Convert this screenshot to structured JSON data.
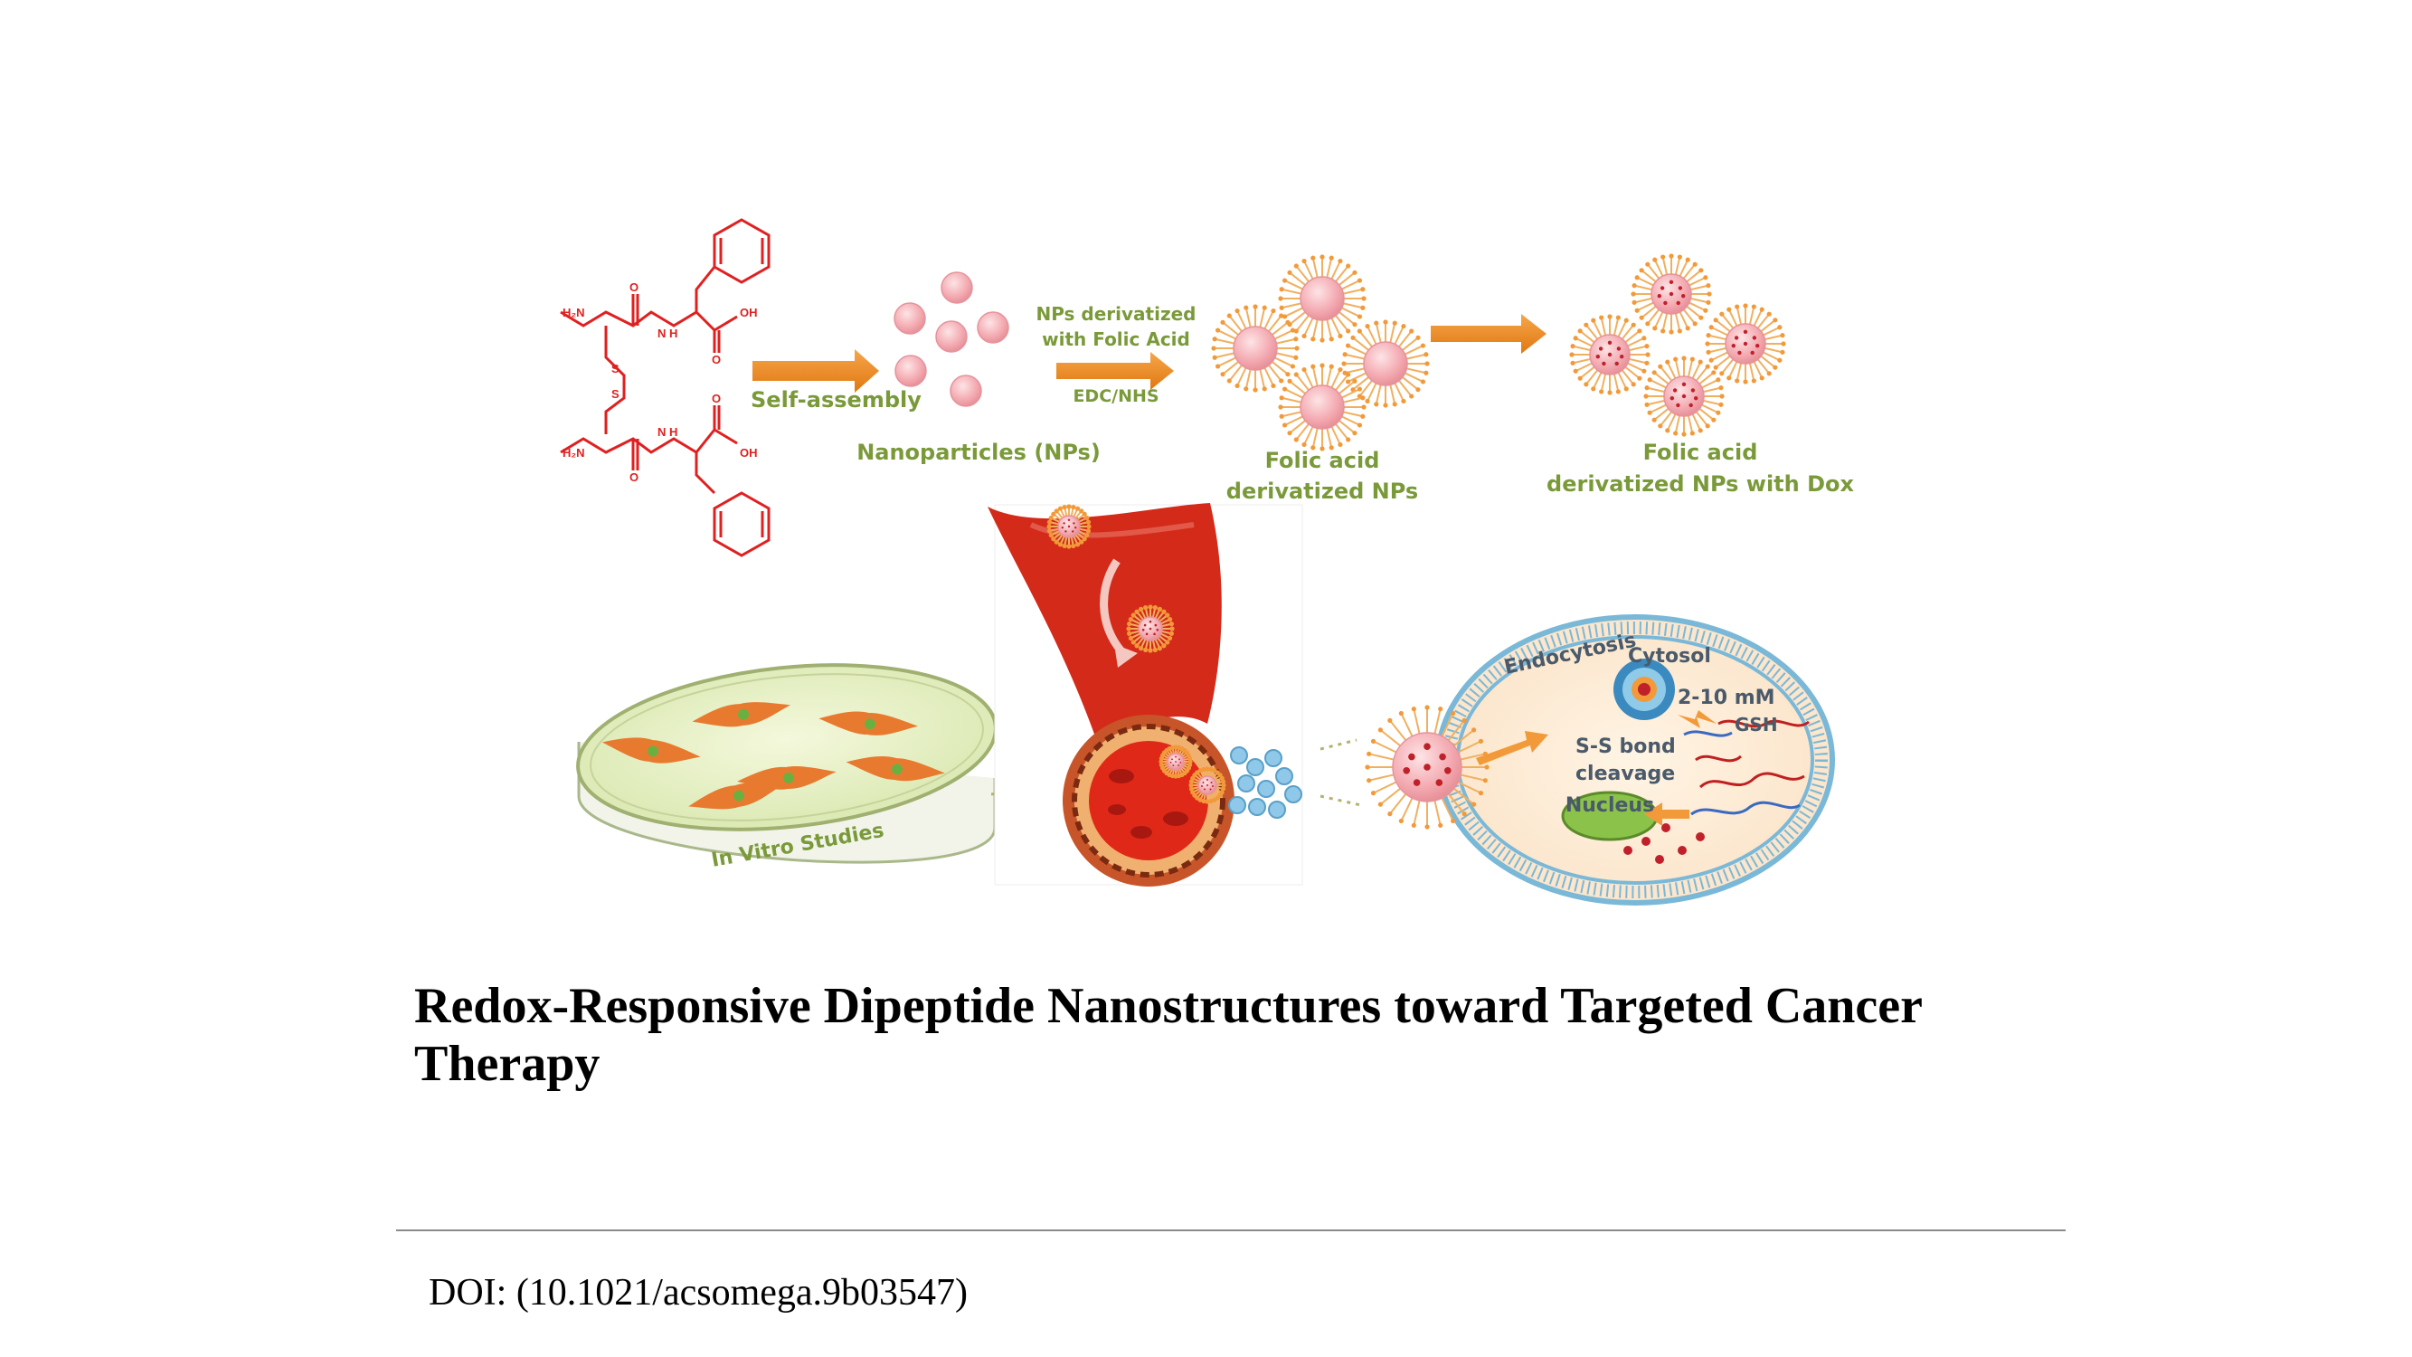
{
  "figure": {
    "labels": {
      "self_assembly": "Self-assembly",
      "nanoparticles": "Nanoparticles (NPs)",
      "nps_derivatized_line1": "NPs derivatized",
      "nps_derivatized_line2": "with Folic Acid",
      "edc_nhs": "EDC/NHS",
      "folic_np_line1": "Folic acid",
      "folic_np_line2": "derivatized NPs",
      "folic_dox_line1": "Folic acid",
      "folic_dox_line2": "derivatized NPs with Dox",
      "in_vitro": "In Vitro Studies",
      "endocytosis": "Endocytosis",
      "cytosol": "Cytosol",
      "gsh_conc": "2-10 mM",
      "gsh": "GSH",
      "ss_bond_line1": "S-S bond",
      "ss_bond_line2": "cleavage",
      "nucleus": "Nucleus"
    },
    "molecule": {
      "h2n_top": "H₂N",
      "h2n_bottom": "H₂N",
      "nh_top": "N H",
      "nh_bottom": "N H",
      "oh_top": "OH",
      "oh_bottom": "OH",
      "o_1": "O",
      "o_2": "O",
      "o_3": "O",
      "o_4": "O",
      "s_1": "S",
      "s_2": "S"
    }
  },
  "paper": {
    "title": "Redox-Responsive Dipeptide Nanostructures toward Targeted Cancer Therapy",
    "doi": "DOI: (10.1021/acsomega.9b03547)"
  },
  "colors": {
    "molecule": "#e02020",
    "label_green": "#7a9a3a",
    "arrow_orange": "#ef8a1e",
    "vessel_red": "#d42a1a",
    "cell_blue": "#8fc8e8"
  }
}
